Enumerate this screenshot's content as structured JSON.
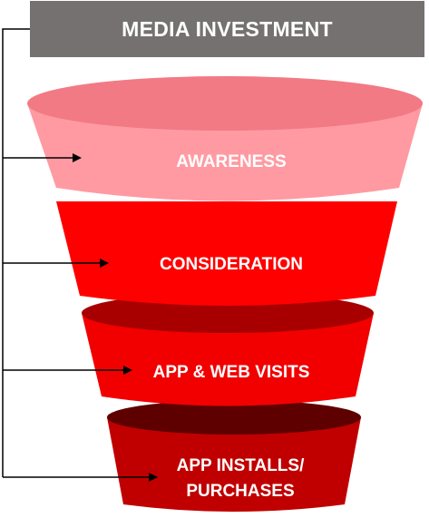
{
  "header": {
    "title": "MEDIA INVESTMENT"
  },
  "stages": [
    {
      "label": "AWARENESS"
    },
    {
      "label": "CONSIDERATION"
    },
    {
      "label": "APP & WEB VISITS"
    },
    {
      "label": "APP INSTALLS/\nPURCHASES"
    }
  ],
  "colors": {
    "header_bg": "#767171",
    "awareness_body": "#ff9aa2",
    "awareness_top": "#f27a84",
    "consideration_body": "#ff0000",
    "visits_body": "#f20000",
    "visits_top": "#a80000",
    "installs_body": "#c00000",
    "installs_top": "#5e0000",
    "connector": "#000000"
  }
}
